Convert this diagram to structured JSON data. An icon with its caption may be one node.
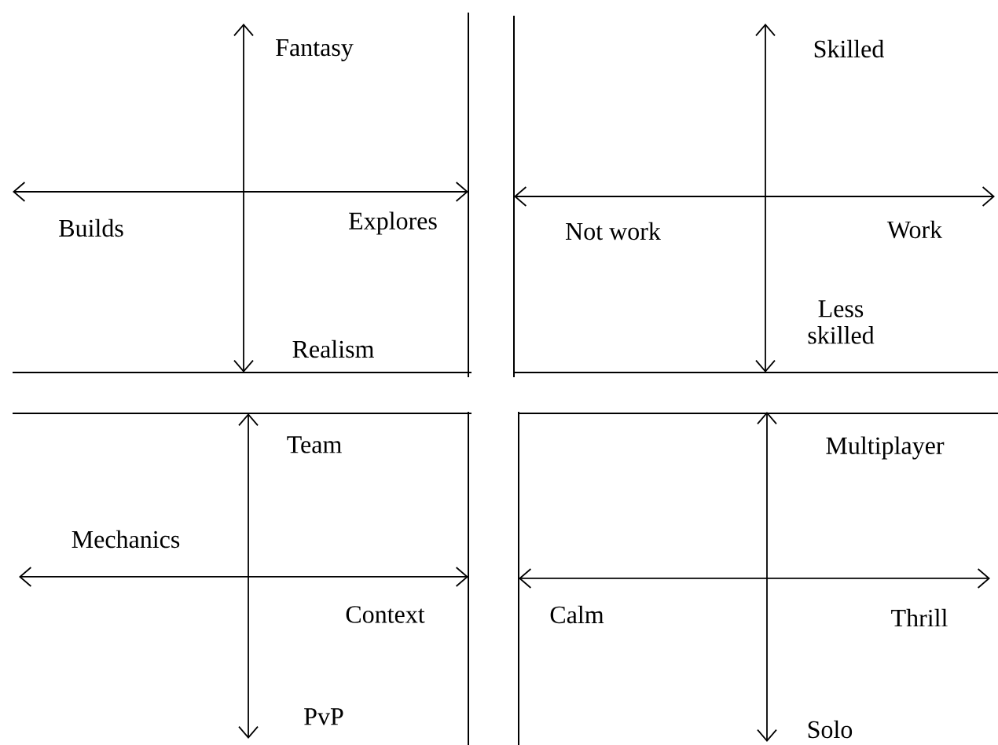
{
  "diagram": {
    "labels": [
      "Fantasy",
      "Builds",
      "Explores",
      "Realism",
      "Skilled",
      "Not work",
      "Work",
      "Less skilled",
      "Team",
      "Mechanics",
      "Context",
      "PvP",
      "Multiplayer",
      "Calm",
      "Thrill",
      "Solo"
    ]
  }
}
